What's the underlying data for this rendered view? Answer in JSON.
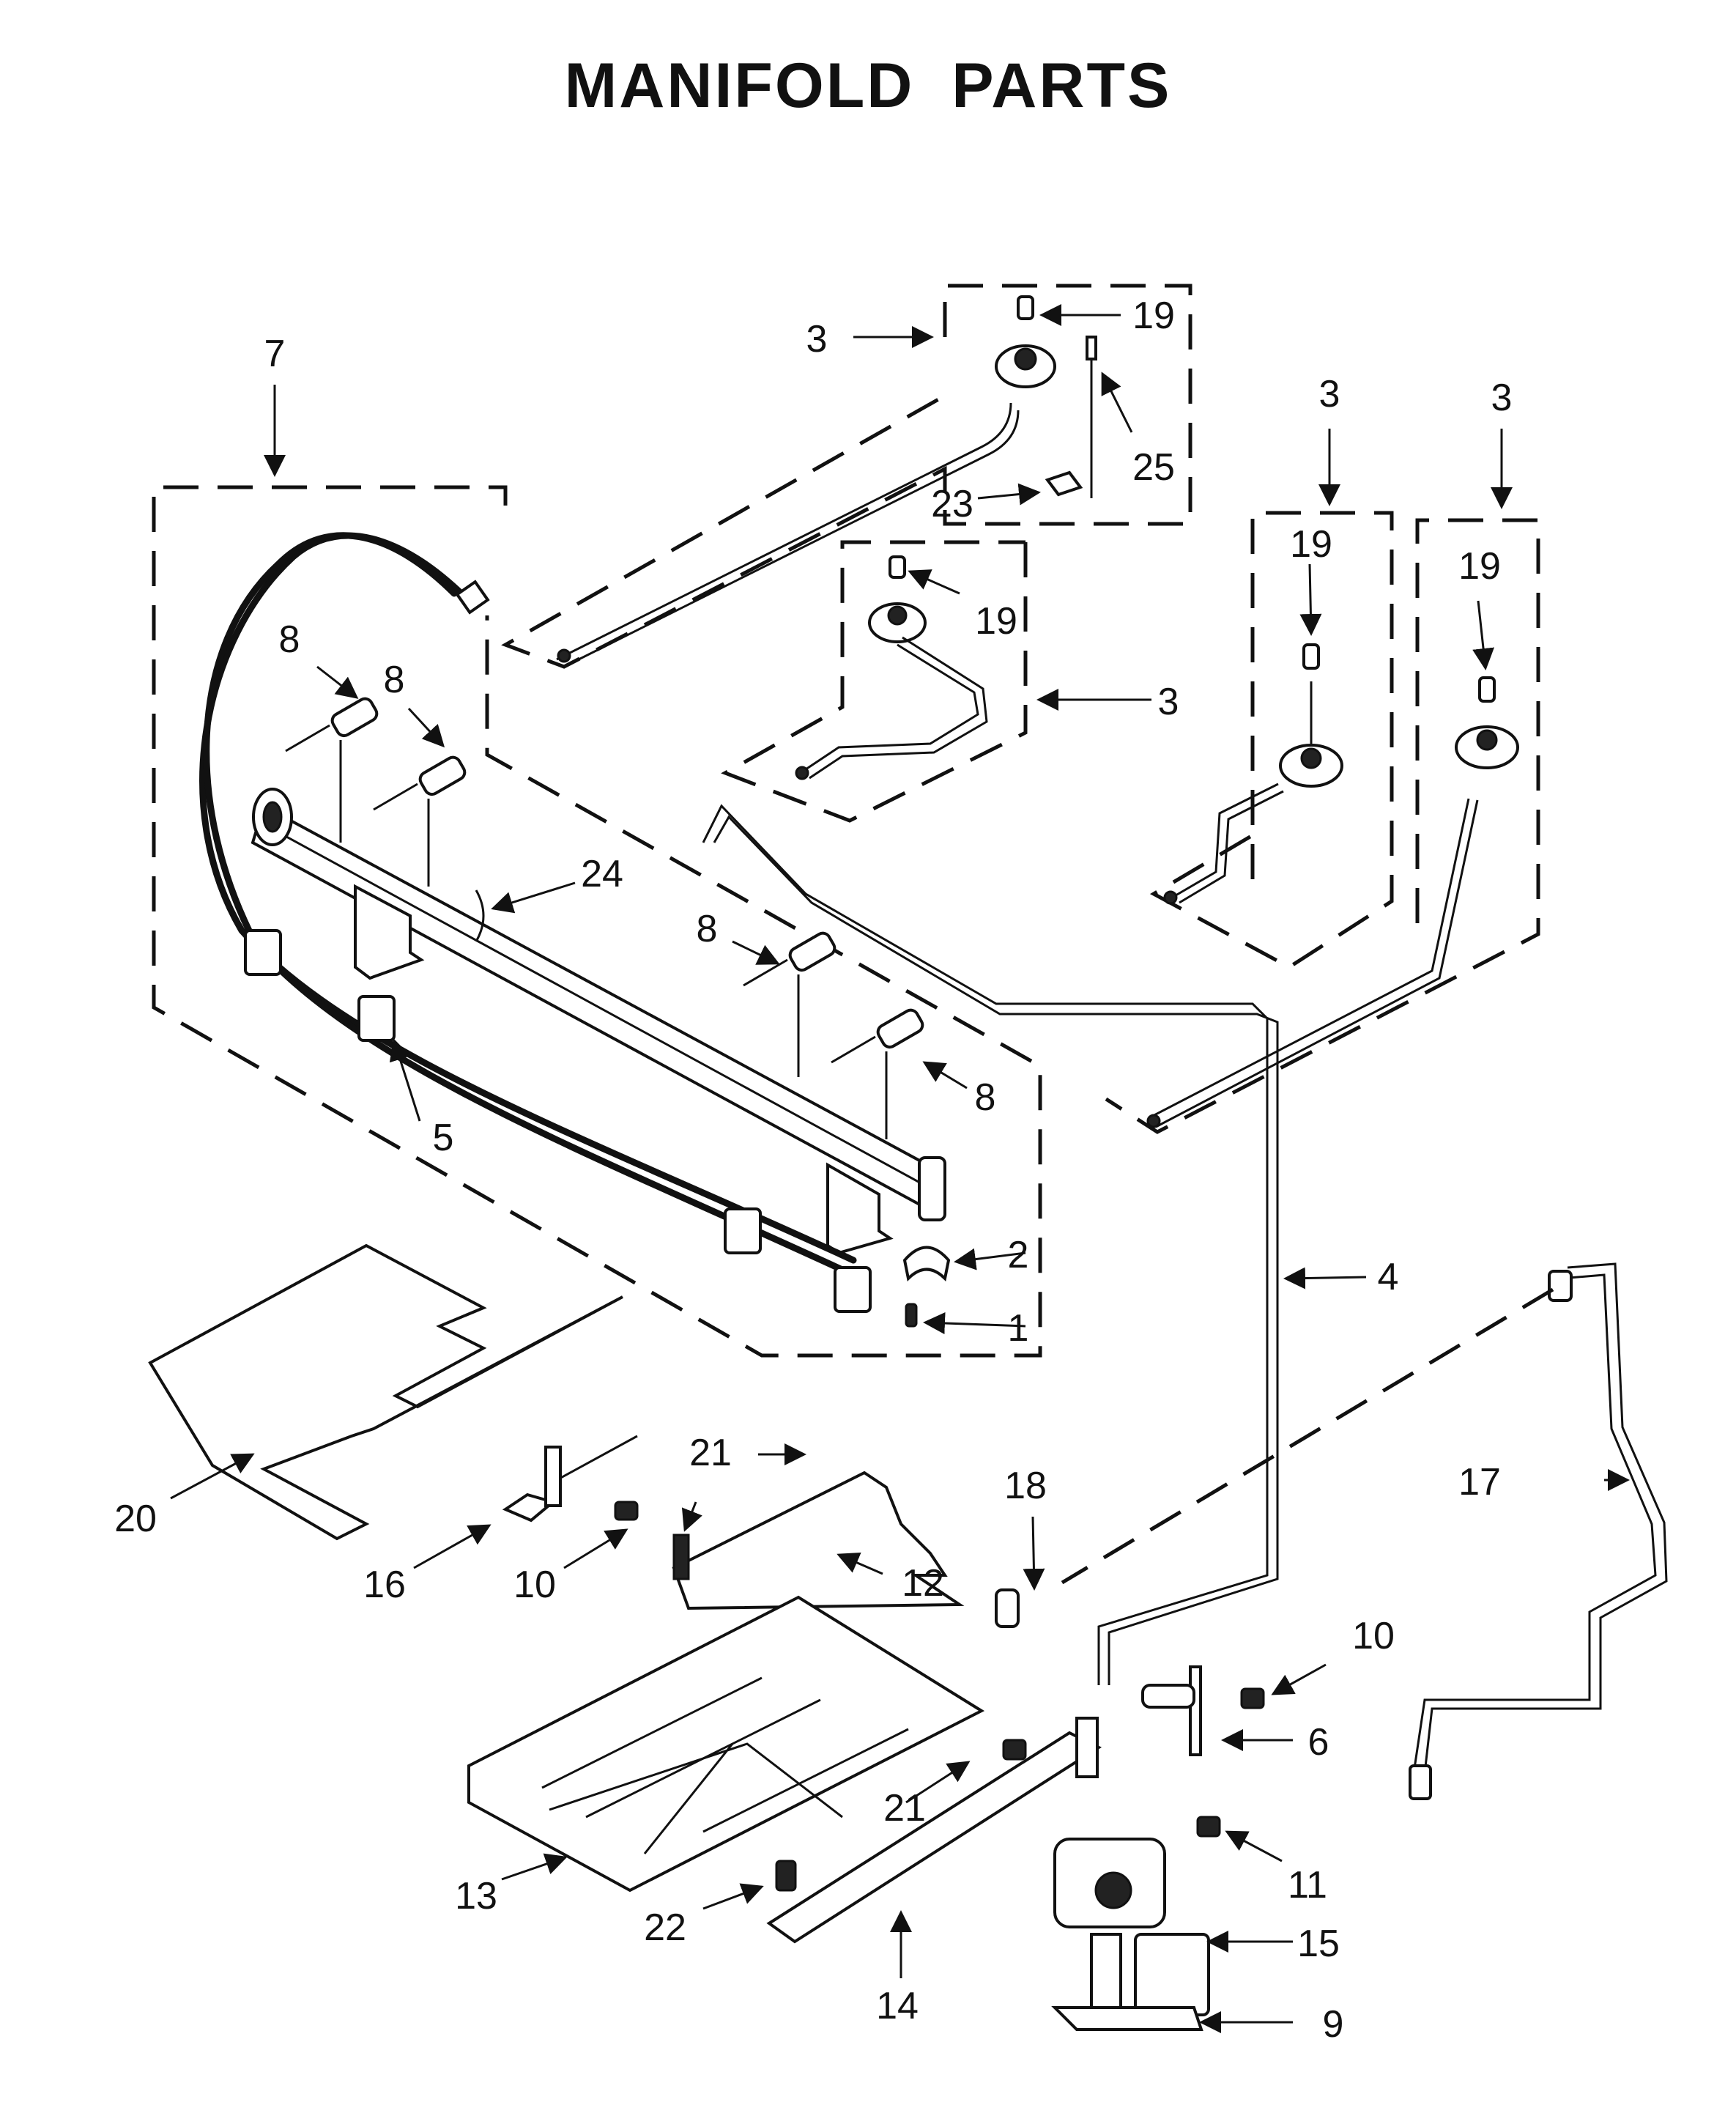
{
  "title": "MANIFOLD PARTS",
  "callouts": [
    "1",
    "2",
    "3",
    "4",
    "5",
    "6",
    "7",
    "8",
    "9",
    "10",
    "11",
    "12",
    "13",
    "14",
    "15",
    "16",
    "17",
    "18",
    "19",
    "20",
    "21",
    "22",
    "23",
    "24",
    "25"
  ]
}
